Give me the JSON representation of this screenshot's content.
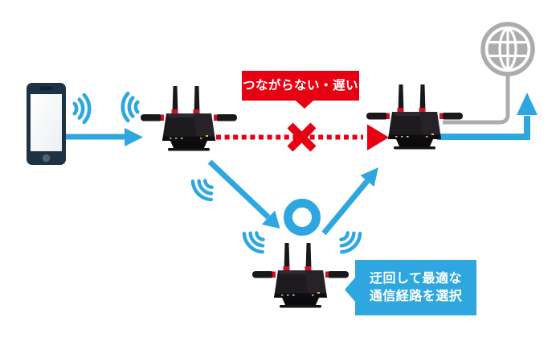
{
  "diagram_title": "mesh-wifi-reroute-diagram",
  "labels": {
    "problem": {
      "text": "つながらない・遅い"
    },
    "solution": {
      "line1": "迂回して最適な",
      "line2": "通信経路を選択"
    }
  },
  "colors": {
    "accent_blue": "#2EA7E0",
    "alert_red": "#E60012",
    "link_gray": "#ACACAC",
    "device_black": "#1A181B",
    "phone_navy": "#1D3244"
  },
  "icons": [
    "smartphone-icon",
    "wifi-wave-icon",
    "router-icon",
    "internet-globe-icon",
    "blocked-x-icon",
    "reroute-ring-icon",
    "arrow-icon"
  ]
}
